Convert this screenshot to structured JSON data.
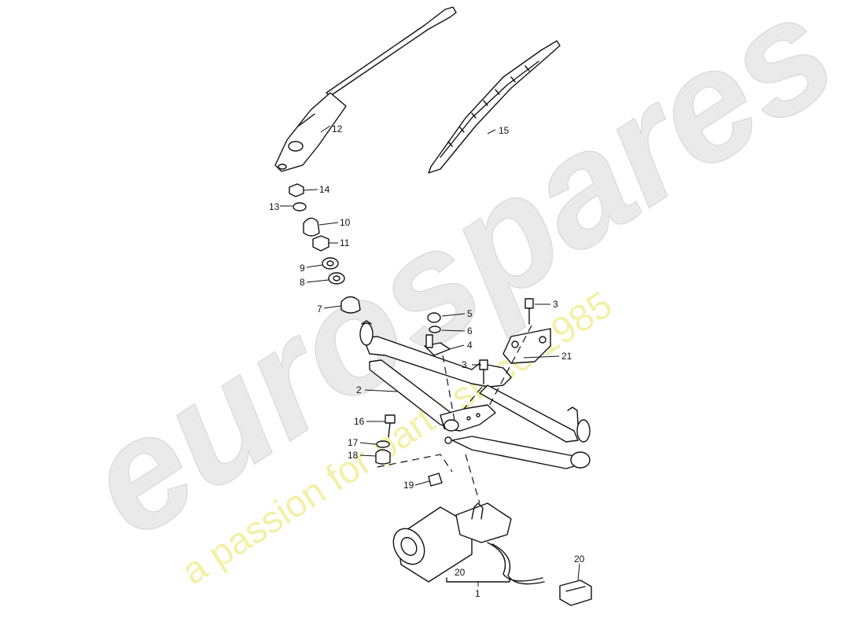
{
  "watermark": {
    "brand": "eurospares",
    "tagline": "a passion for parts since 1985"
  },
  "callouts": {
    "c1": "1",
    "c2": "2",
    "c3a": "3",
    "c3b": "3",
    "c4": "4",
    "c5": "5",
    "c6": "6",
    "c7": "7",
    "c8": "8",
    "c9": "9",
    "c10": "10",
    "c11": "11",
    "c12": "12",
    "c13": "13",
    "c14": "14",
    "c15": "15",
    "c16": "16",
    "c17": "17",
    "c18": "18",
    "c19": "19",
    "c20a": "20",
    "c20b": "20",
    "c21": "21"
  }
}
